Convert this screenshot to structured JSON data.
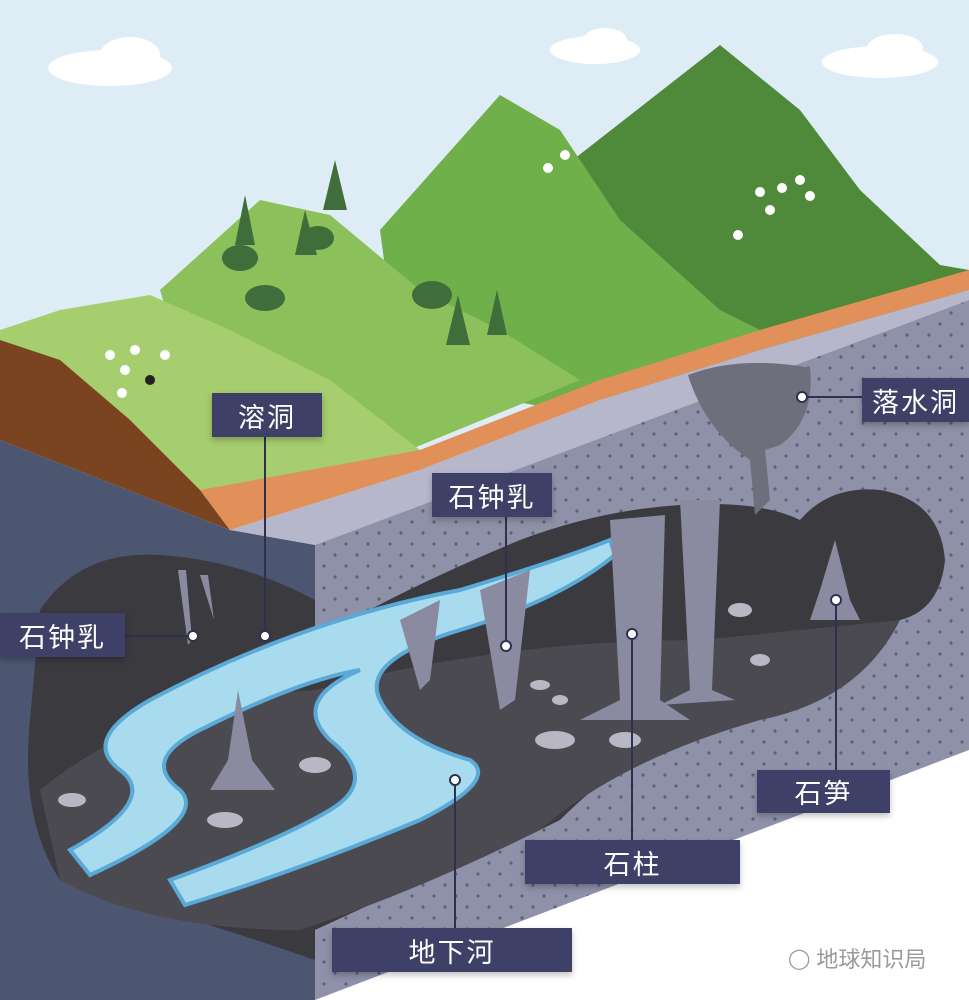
{
  "labels": {
    "karst_cave": "溶洞",
    "sinkhole": "落水洞",
    "stalactite_center": "石钟乳",
    "stalactite_left": "石钟乳",
    "stalagmite": "石笋",
    "column": "石柱",
    "underground_river": "地下河"
  },
  "watermark": {
    "text": "地球知识局",
    "icon": "wechat-icon"
  },
  "colors": {
    "sky": "#deedf5",
    "label_bg": "#3f4068",
    "river": "#a8dbee",
    "cave": "#3a3a3f",
    "rock_face": "#8f91a9",
    "left_face": "#4d5670"
  }
}
